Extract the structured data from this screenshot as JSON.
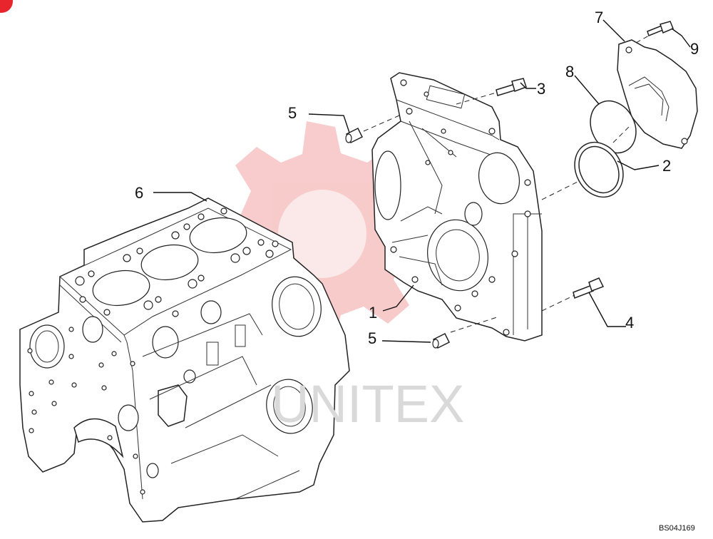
{
  "diagram": {
    "drawing_ref": "BS04J169",
    "watermark_text": "UNITEX",
    "callouts": {
      "c1": "1",
      "c2": "2",
      "c3": "3",
      "c4": "4",
      "c5a": "5",
      "c5b": "5",
      "c6": "6",
      "c7": "7",
      "c8": "8",
      "c9": "9"
    },
    "colors": {
      "line": "#111111",
      "watermark_red": "#f7c3c3",
      "watermark_gray": "#d9d9d9",
      "corner_badge": "#e8242c"
    }
  }
}
